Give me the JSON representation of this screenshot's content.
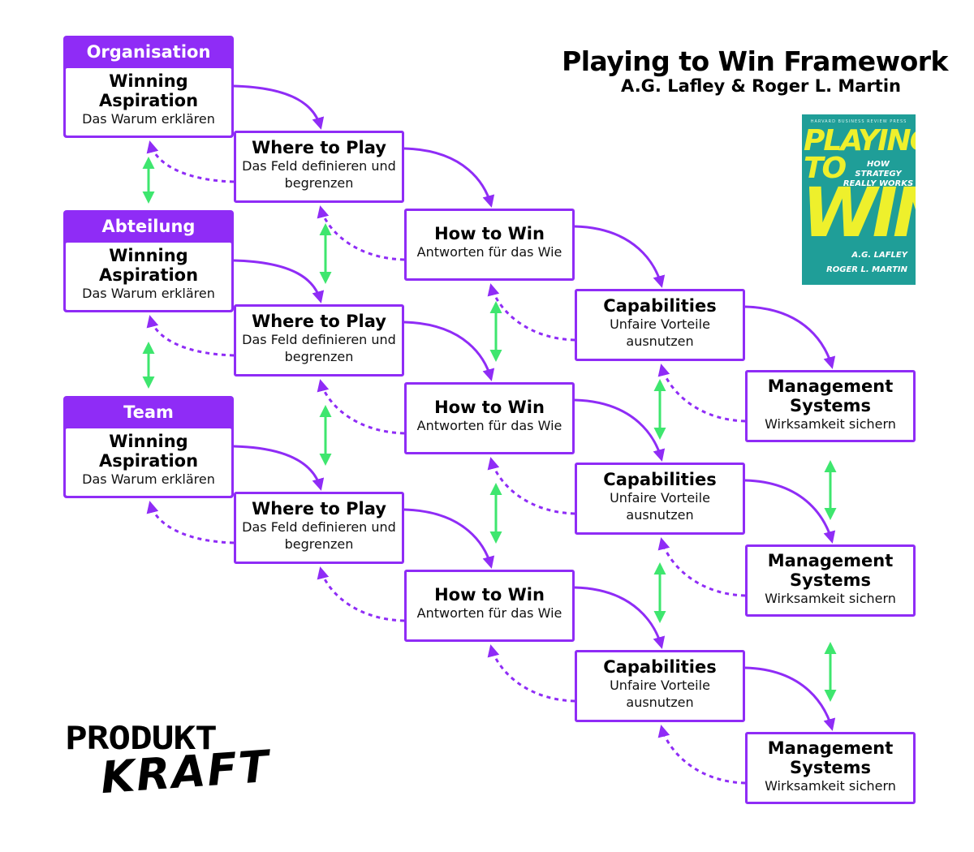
{
  "title": "Playing to Win Framework",
  "subtitle": "A.G. Lafley & Roger L. Martin",
  "colors": {
    "accent": "#8f2cf6",
    "link_arrow": "#3ee66e",
    "text": "#000000"
  },
  "levels": [
    {
      "header": "Organisation",
      "title_line1": "Winning",
      "title_line2": "Aspiration",
      "sub": "Das Warum erklären"
    },
    {
      "header": "Abteilung",
      "title_line1": "Winning",
      "title_line2": "Aspiration",
      "sub": "Das Warum erklären"
    },
    {
      "header": "Team",
      "title_line1": "Winning",
      "title_line2": "Aspiration",
      "sub": "Das Warum erklären"
    }
  ],
  "where": [
    {
      "title": "Where to Play",
      "sub1": "Das Feld definieren und",
      "sub2": "begrenzen"
    },
    {
      "title": "Where to Play",
      "sub1": "Das Feld definieren und",
      "sub2": "begrenzen"
    },
    {
      "title": "Where to Play",
      "sub1": "Das Feld definieren und",
      "sub2": "begrenzen"
    }
  ],
  "how": [
    {
      "title": "How to Win",
      "sub": "Antworten für das Wie"
    },
    {
      "title": "How to Win",
      "sub": "Antworten für das Wie"
    },
    {
      "title": "How to Win",
      "sub": "Antworten für das Wie"
    }
  ],
  "cap": [
    {
      "title": "Capabilities",
      "sub1": "Unfaire Vorteile",
      "sub2": "ausnutzen"
    },
    {
      "title": "Capabilities",
      "sub1": "Unfaire Vorteile",
      "sub2": "ausnutzen"
    },
    {
      "title": "Capabilities",
      "sub1": "Unfaire Vorteile",
      "sub2": "ausnutzen"
    }
  ],
  "mgmt": [
    {
      "title_line1": "Management",
      "title_line2": "Systems",
      "sub": "Wirksamkeit sichern"
    },
    {
      "title_line1": "Management",
      "title_line2": "Systems",
      "sub": "Wirksamkeit sichern"
    },
    {
      "title_line1": "Management",
      "title_line2": "Systems",
      "sub": "Wirksamkeit sichern"
    }
  ],
  "book": {
    "publisher": "HARVARD BUSINESS REVIEW PRESS",
    "line1": "PLAYING",
    "line2": "TO",
    "line3": "WIN",
    "tagline": "HOW STRATEGY REALLY WORKS",
    "author1": "A.G. LAFLEY",
    "author2": "ROGER L. MARTIN"
  },
  "logo": {
    "line1": "PRODUKT",
    "line2": "KRAFT"
  }
}
